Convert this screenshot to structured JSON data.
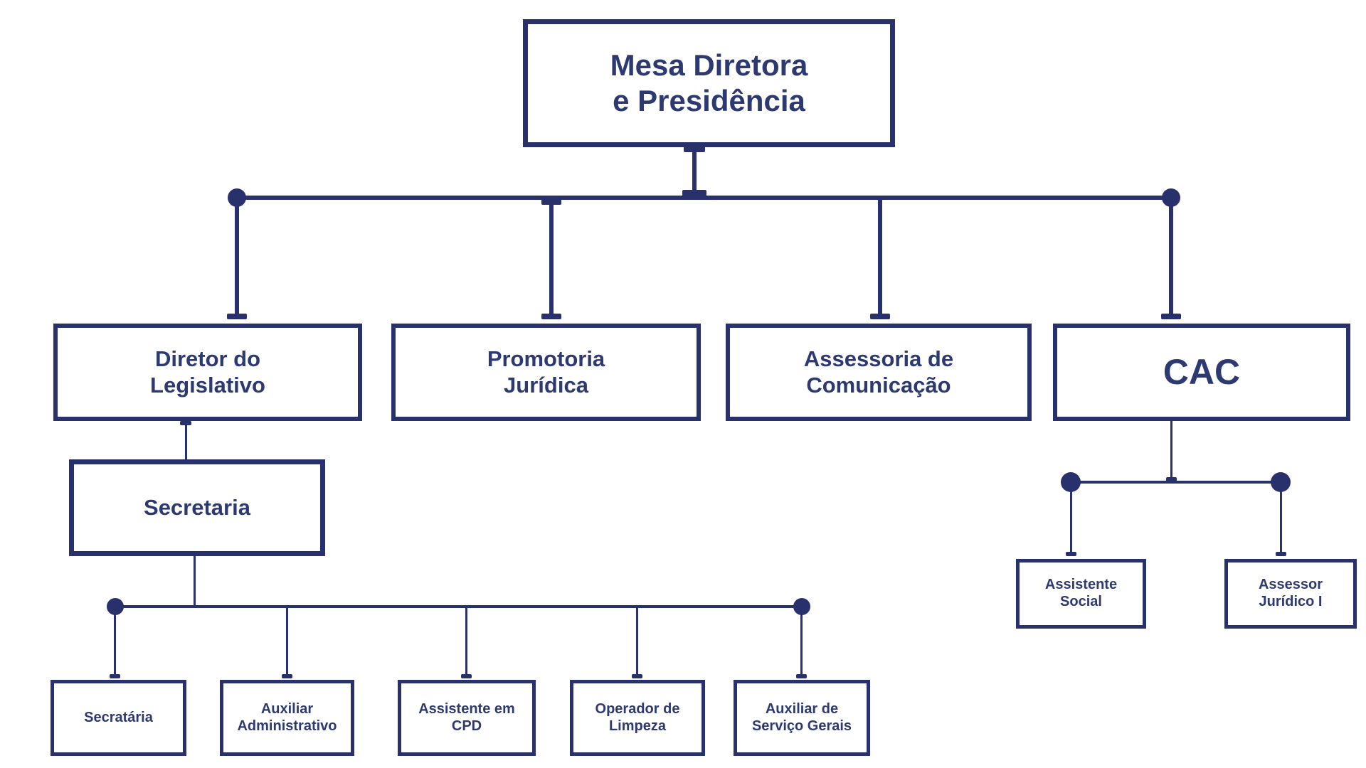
{
  "colors": {
    "line": "#28316b",
    "text": "#2d3a72",
    "background": "#ffffff"
  },
  "org_chart": {
    "type": "organogram",
    "nodes": {
      "mesa": {
        "label": "Mesa Diretora\ne Presidência",
        "level": 1
      },
      "diretor": {
        "label": "Diretor do\nLegislativo",
        "level": 2
      },
      "promotoria": {
        "label": "Promotoria\nJurídica",
        "level": 2
      },
      "assessoria": {
        "label": "Assessoria de\nComunicação",
        "level": 2
      },
      "cac": {
        "label": "CAC",
        "level": 2
      },
      "secretaria": {
        "label": "Secretaria",
        "level": 3
      },
      "secrataria": {
        "label": "Secratária",
        "level": 4
      },
      "auxiliar_administrativo": {
        "label": "Auxiliar\nAdministrativo",
        "level": 4
      },
      "assistente_cpd": {
        "label": "Assistente em\nCPD",
        "level": 4
      },
      "operador_limpeza": {
        "label": "Operador de\nLimpeza",
        "level": 4
      },
      "auxiliar_servicos": {
        "label": "Auxiliar de\nServiço Gerais",
        "level": 4
      },
      "assistente_social": {
        "label": "Assistente\nSocial",
        "level": 3
      },
      "assessor_juridico": {
        "label": "Assessor\nJurídico I",
        "level": 3
      }
    },
    "edges": [
      {
        "from": "mesa",
        "to": "diretor"
      },
      {
        "from": "mesa",
        "to": "promotoria"
      },
      {
        "from": "mesa",
        "to": "assessoria"
      },
      {
        "from": "mesa",
        "to": "cac"
      },
      {
        "from": "diretor",
        "to": "secretaria"
      },
      {
        "from": "secretaria",
        "to": "secrataria"
      },
      {
        "from": "secretaria",
        "to": "auxiliar_administrativo"
      },
      {
        "from": "secretaria",
        "to": "assistente_cpd"
      },
      {
        "from": "secretaria",
        "to": "operador_limpeza"
      },
      {
        "from": "secretaria",
        "to": "auxiliar_servicos"
      },
      {
        "from": "cac",
        "to": "assistente_social"
      },
      {
        "from": "cac",
        "to": "assessor_juridico"
      }
    ]
  }
}
